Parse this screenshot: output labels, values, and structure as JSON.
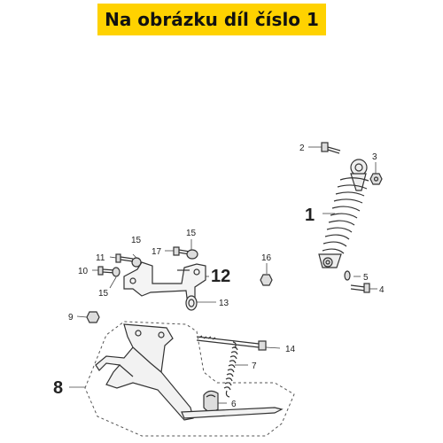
{
  "banner": {
    "text": "Na obrázku díl číslo 1"
  },
  "callouts": {
    "c1": "1",
    "c2": "2",
    "c3": "3",
    "c4": "4",
    "c5": "5",
    "c6": "6",
    "c7": "7",
    "c8": "8",
    "c9": "9",
    "c10": "10",
    "c11": "11",
    "c12": "12",
    "c13": "13",
    "c14": "14",
    "c15a": "15",
    "c15b": "15",
    "c16": "16",
    "c17": "17"
  },
  "colors": {
    "banner": "#ffd200",
    "line": "#333333",
    "part_fill": "#e6e6e6"
  }
}
